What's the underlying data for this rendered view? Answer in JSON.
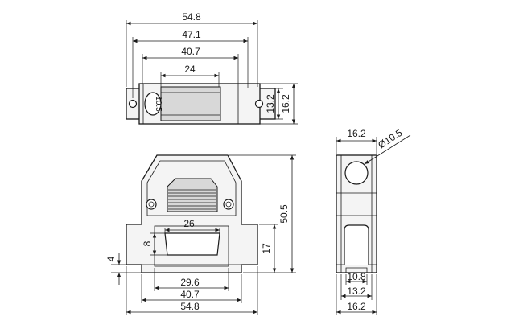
{
  "top_view": {
    "dims": {
      "overall_width": "54.8",
      "hole_spacing": "47.1",
      "body_width": "40.7",
      "center_width": "24",
      "flange_height": "13.2",
      "body_height": "16.2"
    },
    "cable_hole_label": "10.5"
  },
  "front_view": {
    "dims": {
      "opening_width": "26",
      "opening_height": "8",
      "total_height": "50.5",
      "lower_height": "17",
      "flange_thickness": "4",
      "inner_width": "29.6",
      "body_width": "40.7",
      "overall_width": "54.8"
    }
  },
  "side_view": {
    "dims": {
      "top_width": "16.2",
      "hole_diameter": "Ø10.5",
      "inner_width": "10.8",
      "mid_width": "13.2",
      "bottom_width": "16.2"
    }
  }
}
